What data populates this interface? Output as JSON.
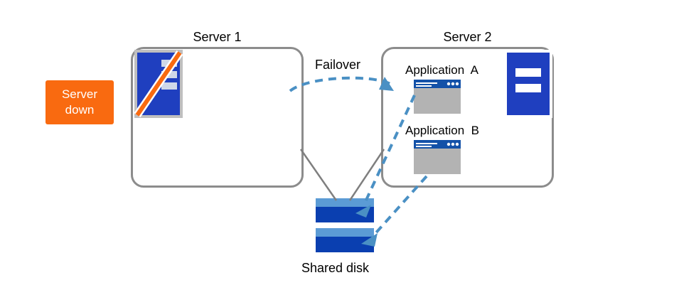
{
  "diagram": {
    "title_server1": "Server 1",
    "title_server2": "Server 2",
    "failover_label": "Failover",
    "shared_disk_label": "Shared disk",
    "server_down_line1": "Server",
    "server_down_line2": "down",
    "applications": [
      {
        "label": "Application  A"
      },
      {
        "label": "Application  B"
      }
    ],
    "icons": {
      "server1_machine": "server-machine-crossed-out-icon",
      "server2_machine": "server-machine-icon",
      "app_window": "application-window-icon",
      "disk": "shared-disk-icon"
    },
    "colors": {
      "accent_orange": "#f96a10",
      "box_border": "#8c8c8c",
      "arrow_blue": "#4a90c4",
      "icon_blue": "#1f3fbf",
      "icon_dark_blue": "#0a3fb0",
      "line_gray": "#7f7f7f"
    }
  }
}
